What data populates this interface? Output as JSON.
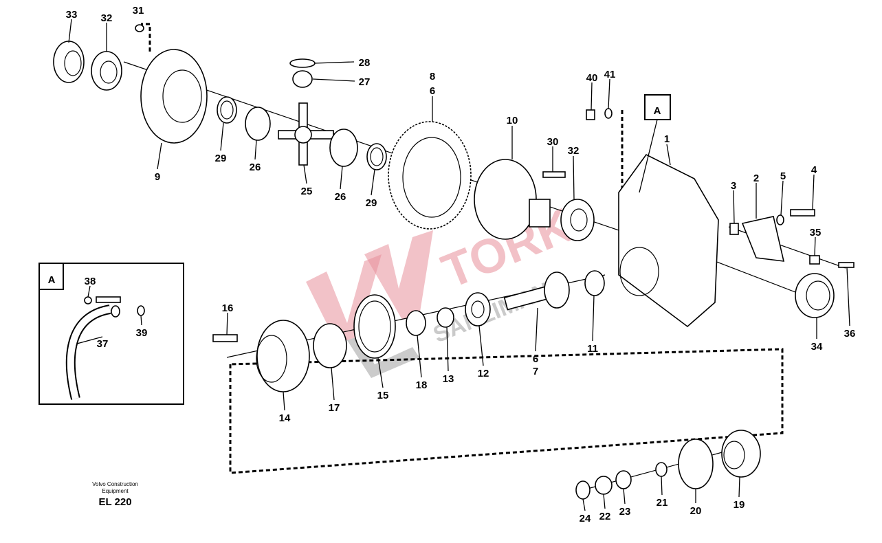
{
  "callouts": {
    "c33": "33",
    "c32a": "32",
    "c31": "31",
    "c28": "28",
    "c27": "27",
    "c8": "8",
    "c6a": "6",
    "c40": "40",
    "c41": "41",
    "c1": "1",
    "c10": "10",
    "c30": "30",
    "c32b": "32",
    "c9": "9",
    "c29a": "29",
    "c26a": "26",
    "c25": "25",
    "c26b": "26",
    "c29b": "29",
    "c3": "3",
    "c2": "2",
    "c5": "5",
    "c4": "4",
    "c35": "35",
    "c36": "36",
    "c34": "34",
    "c38": "38",
    "c39": "39",
    "c37": "37",
    "c16": "16",
    "c14": "14",
    "c17": "17",
    "c15": "15",
    "c18": "18",
    "c13": "13",
    "c12": "12",
    "c6b": "6",
    "c7": "7",
    "c11": "11",
    "c24": "24",
    "c22": "22",
    "c23": "23",
    "c21": "21",
    "c20": "20",
    "c19": "19"
  },
  "detail_ref": {
    "main": "A",
    "inset": "A"
  },
  "footer": {
    "line1": "Volvo Construction",
    "line2": "Equipment",
    "code": "EL 220"
  },
  "watermark": {
    "brand": "TORK",
    "sub": "SANZIMAN"
  }
}
